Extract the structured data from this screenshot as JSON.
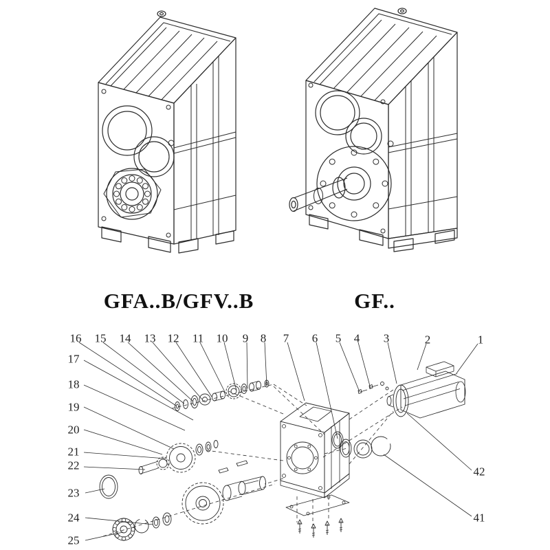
{
  "page": {
    "background": "#ffffff",
    "line_color": "#2a2a2a"
  },
  "figures": {
    "left_model_label": "GFA..B/GFV..B",
    "right_model_label": "GF.."
  },
  "exploded_view": {
    "callouts_top": [
      "16",
      "15",
      "14",
      "13",
      "12",
      "11",
      "10",
      "9",
      "8",
      "7",
      "6",
      "5",
      "4",
      "3",
      "2",
      "1"
    ],
    "callouts_left": [
      "17",
      "18",
      "19",
      "20",
      "21",
      "22",
      "23",
      "24",
      "25"
    ],
    "callouts_right": [
      "42",
      "41"
    ]
  }
}
